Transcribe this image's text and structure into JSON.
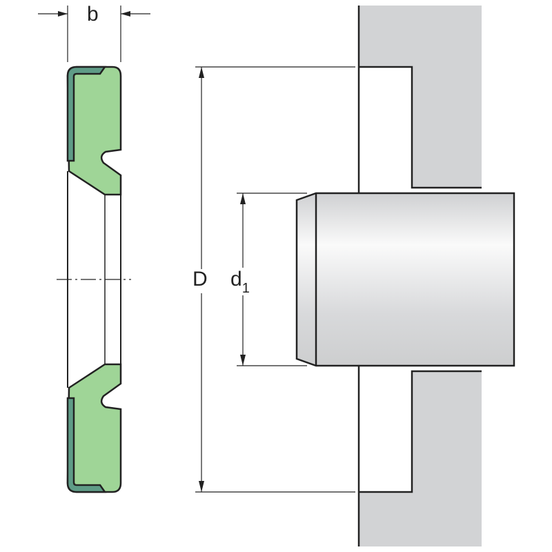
{
  "labels": {
    "width": "b",
    "outer_diameter": "D",
    "shaft_diameter": "d",
    "shaft_diameter_sub": "1"
  },
  "colors": {
    "seal_body": "#9fd597",
    "metal_insert": "#5f9c87",
    "housing": "#d2d3d5",
    "outline": "#222222"
  }
}
